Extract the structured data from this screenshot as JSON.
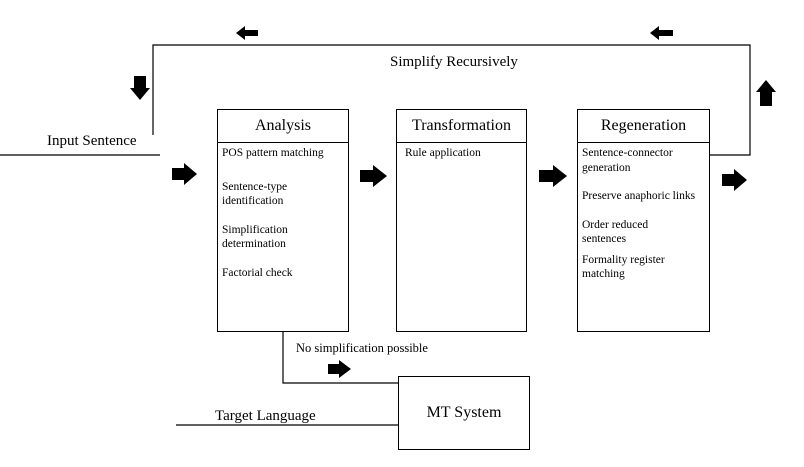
{
  "loop_label": "Simplify Recursively",
  "input_label": "Input Sentence",
  "stages": {
    "analysis": {
      "title": "Analysis",
      "items": [
        "POS pattern matching",
        "Sentence-type identification",
        "Simplification determination",
        "Factorial check"
      ]
    },
    "transformation": {
      "title": "Transformation",
      "items": [
        "Rule application"
      ]
    },
    "regeneration": {
      "title": "Regeneration",
      "items": [
        "Sentence-connector generation",
        "Preserve anaphoric links",
        "Order reduced sentences",
        "Formality register matching"
      ]
    }
  },
  "no_simplification_label": "No simplification possible",
  "target_language_label": "Target Language",
  "mt_system_label": "MT System"
}
